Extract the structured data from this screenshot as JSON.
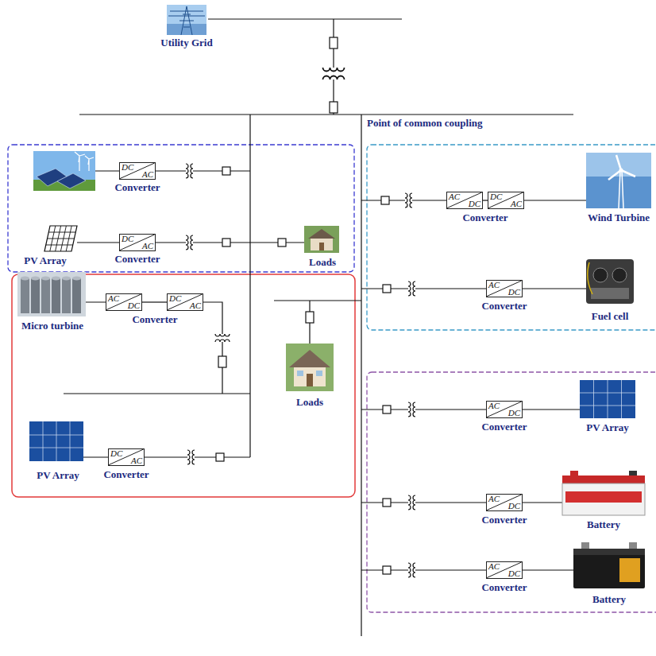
{
  "diagram": {
    "nodes": [
      {
        "text": [
          "DC",
          "AC"
        ]
      },
      {
        "text": [
          "AC",
          "DC"
        ]
      },
      {
        "text": [
          "DC",
          "AC"
        ]
      },
      {
        "text": [
          "DC",
          "AC"
        ]
      },
      {
        "text": [
          "AC",
          "DC"
        ]
      },
      {
        "text": [
          "AC",
          "DC"
        ]
      },
      {
        "text": [
          "DC",
          "AC"
        ]
      },
      {
        "text": [
          "AC",
          "DC"
        ]
      },
      {
        "text": [
          "DC",
          "AC"
        ]
      },
      {
        "text": [
          "AC",
          "DC"
        ]
      },
      {
        "text": [
          "AC",
          "DC"
        ]
      }
    ],
    "edges": [
      {
        "from": 1,
        "to": 2,
        "arrow": "none"
      },
      {
        "from": 5,
        "to": 6,
        "arrow": "none"
      }
    ],
    "labels": [
      "Utility Grid",
      "Point of common coupling",
      "Converter",
      "Converter",
      "Wind Turbine",
      "PV Array",
      "Converter",
      "Loads",
      "Converter",
      "Fuel cell",
      "Micro turbine",
      "Converter",
      "Loads",
      "Converter",
      "PV Array",
      "PV Array",
      "Converter",
      "Converter",
      "Battery",
      "Converter",
      "Battery"
    ]
  }
}
